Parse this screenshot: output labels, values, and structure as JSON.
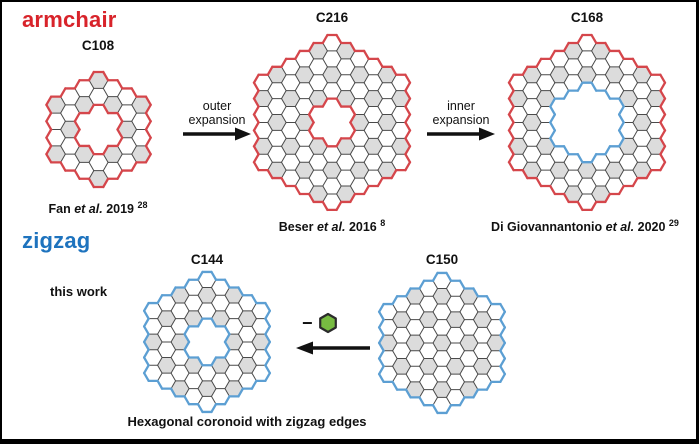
{
  "colors": {
    "armchair_red": "#d5464b",
    "armchair_label": "#d8232a",
    "zigzag_blue": "#5c9fd3",
    "zigzag_label": "#1e73be",
    "bond": "#4a4a4a",
    "ring_shade": "#dcdcdc",
    "benzene_green": "#77bb41",
    "arrow_black": "#111111"
  },
  "sections": {
    "armchair": "armchair",
    "zigzag": "zigzag",
    "this_work": "this work",
    "bottom_caption": "Hexagonal coronoid with zigzag edges"
  },
  "arrows": {
    "outer": {
      "line1": "outer",
      "line2": "expansion"
    },
    "inner": {
      "line1": "inner",
      "line2": "expansion"
    },
    "minus_sign": "−"
  },
  "molecules": [
    {
      "id": "C108",
      "label": "C108",
      "edge_type": "armchair",
      "outer_rings": 3,
      "hole_rings": 1,
      "outer_edge_color": "#d5464b",
      "inner_edge_color": "#d5464b",
      "citation": {
        "authors": "Fan",
        "etal": "et al.",
        "year": "2019",
        "ref": "28"
      }
    },
    {
      "id": "C216",
      "label": "C216",
      "edge_type": "armchair",
      "outer_rings": 5,
      "hole_rings": 1,
      "outer_edge_color": "#d5464b",
      "inner_edge_color": "#d5464b",
      "citation": {
        "authors": "Beser",
        "etal": "et al.",
        "year": "2016",
        "ref": "8"
      }
    },
    {
      "id": "C168",
      "label": "C168",
      "edge_type": "armchair-outer zigzag-inner",
      "outer_rings": 5,
      "hole_rings": 2,
      "outer_edge_color": "#d5464b",
      "inner_edge_color": "#5c9fd3",
      "citation": {
        "authors": "Di Giovannantonio",
        "etal": "et al.",
        "year": "2020",
        "ref": "29"
      }
    },
    {
      "id": "C144",
      "label": "C144",
      "edge_type": "zigzag",
      "outer_rings": 4,
      "hole_rings": 1,
      "outer_edge_color": "#5c9fd3",
      "inner_edge_color": "#5c9fd3"
    },
    {
      "id": "C150",
      "label": "C150",
      "edge_type": "zigzag",
      "outer_rings": 4,
      "hole_rings": -1,
      "outer_edge_color": "#5c9fd3",
      "inner_edge_color": "#5c9fd3"
    }
  ]
}
